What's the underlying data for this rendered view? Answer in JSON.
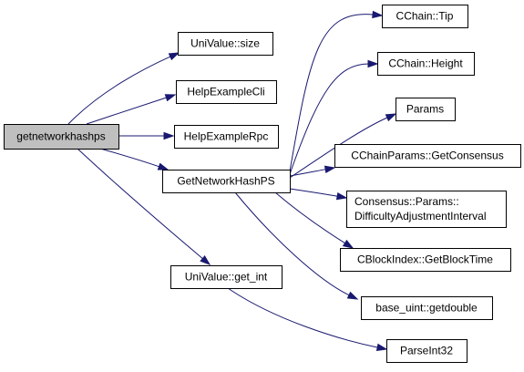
{
  "diagram": {
    "type": "call-graph",
    "colors": {
      "edge": "#191970",
      "node_fill": "#ffffff",
      "root_fill": "#bfbfbf",
      "node_border": "#000000"
    },
    "nodes": [
      {
        "id": "getnetworkhashps",
        "label": "getnetworkhashps",
        "root": true
      },
      {
        "id": "univalue_size",
        "label": "UniValue::size"
      },
      {
        "id": "helpexamplecli",
        "label": "HelpExampleCli"
      },
      {
        "id": "helpexamplerpc",
        "label": "HelpExampleRpc"
      },
      {
        "id": "getnetworkhashps_fn",
        "label": "GetNetworkHashPS"
      },
      {
        "id": "univalue_get_int",
        "label": "UniValue::get_int"
      },
      {
        "id": "cchain_tip",
        "label": "CChain::Tip"
      },
      {
        "id": "cchain_height",
        "label": "CChain::Height"
      },
      {
        "id": "params",
        "label": "Params"
      },
      {
        "id": "cchainparams_getconsensus",
        "label": "CChainParams::GetConsensus"
      },
      {
        "id": "consensus_params_difficulty",
        "label": "Consensus::Params::\nDifficultyAdjustmentInterval"
      },
      {
        "id": "cblockindex_getblocktime",
        "label": "CBlockIndex::GetBlockTime"
      },
      {
        "id": "base_uint_getdouble",
        "label": "base_uint::getdouble"
      },
      {
        "id": "parseint32",
        "label": "ParseInt32"
      }
    ],
    "edges": [
      {
        "from": "getnetworkhashps",
        "to": "univalue_size"
      },
      {
        "from": "getnetworkhashps",
        "to": "helpexamplecli"
      },
      {
        "from": "getnetworkhashps",
        "to": "helpexamplerpc"
      },
      {
        "from": "getnetworkhashps",
        "to": "getnetworkhashps_fn"
      },
      {
        "from": "getnetworkhashps",
        "to": "univalue_get_int"
      },
      {
        "from": "getnetworkhashps_fn",
        "to": "cchain_tip"
      },
      {
        "from": "getnetworkhashps_fn",
        "to": "cchain_height"
      },
      {
        "from": "getnetworkhashps_fn",
        "to": "params"
      },
      {
        "from": "getnetworkhashps_fn",
        "to": "cchainparams_getconsensus"
      },
      {
        "from": "getnetworkhashps_fn",
        "to": "consensus_params_difficulty"
      },
      {
        "from": "getnetworkhashps_fn",
        "to": "cblockindex_getblocktime"
      },
      {
        "from": "getnetworkhashps_fn",
        "to": "base_uint_getdouble"
      },
      {
        "from": "univalue_get_int",
        "to": "parseint32"
      }
    ]
  }
}
